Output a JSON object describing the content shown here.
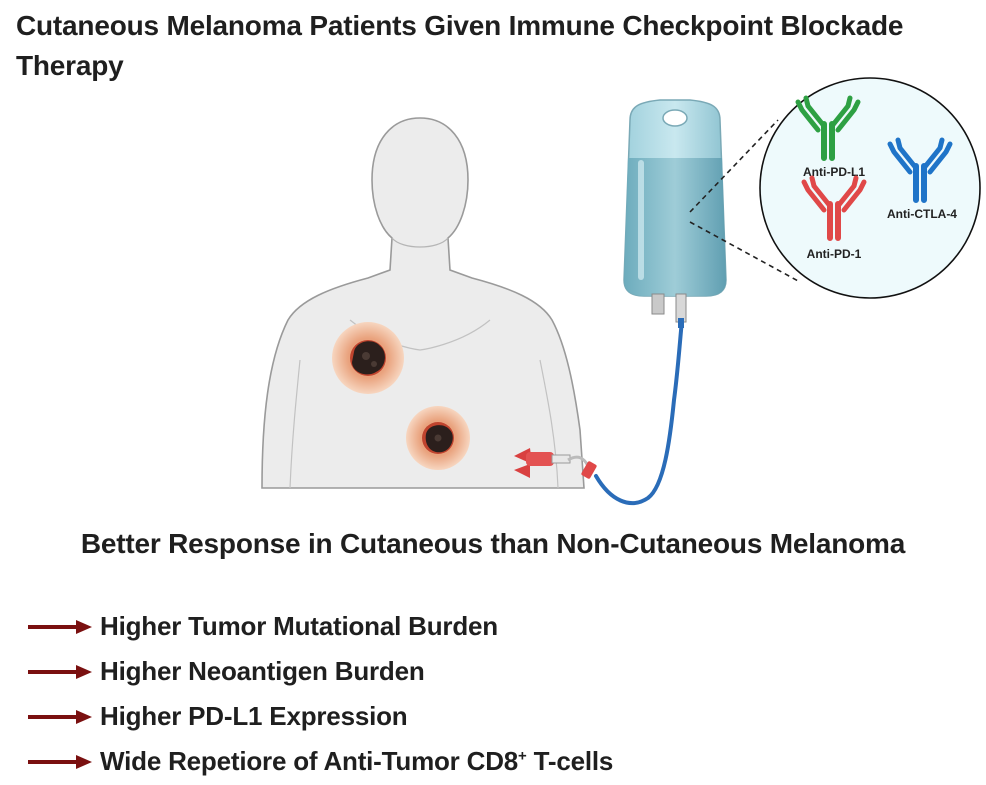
{
  "title": "Cutaneous Melanoma Patients Given Immune Checkpoint Blockade Therapy",
  "subtitle": "Better Response in Cutaneous than Non-Cutaneous Melanoma",
  "antibodies": [
    {
      "label": "Anti-PD-L1",
      "color": "#2ea043"
    },
    {
      "label": "Anti-PD-1",
      "color": "#e04848"
    },
    {
      "label": "Anti-CTLA-4",
      "color": "#1f74c8"
    }
  ],
  "findings": [
    {
      "text": "Higher Tumor Mutational Burden"
    },
    {
      "text": "Higher Neoantigen Burden"
    },
    {
      "text": "Higher PD-L1 Expression"
    },
    {
      "text": "Wide Repetiore of Anti-Tumor CD8",
      "sup": "+",
      "suffix": " T-cells"
    }
  ],
  "colors": {
    "arrow": "#7a1010",
    "skin": "#ededed",
    "iv_fluid": "#7fb8c8",
    "tubing": "#2a6cb8",
    "lesion_halo": "#f3c7a8"
  }
}
